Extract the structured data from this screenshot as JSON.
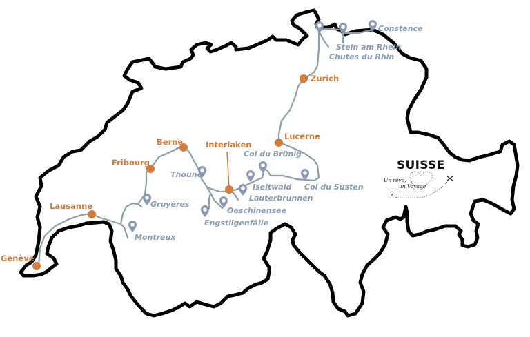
{
  "map": {
    "title": "SUISSE",
    "tagline_line1": "Un rêve,",
    "tagline_line2": "un Voyage",
    "colors": {
      "border": "#000000",
      "route": "#8e9ea6",
      "city": "#d27d3b",
      "poi": "#8a9ab6"
    },
    "cities": [
      {
        "name": "Zurich"
      },
      {
        "name": "Lucerne"
      },
      {
        "name": "Interlaken"
      },
      {
        "name": "Berne"
      },
      {
        "name": "Fribourg"
      },
      {
        "name": "Lausanne"
      },
      {
        "name": "Genève"
      }
    ],
    "points_of_interest": [
      {
        "name": "Constance"
      },
      {
        "name": "Stein am Rhein"
      },
      {
        "name": "Chutes du Rhin"
      },
      {
        "name": "Col du Brünig"
      },
      {
        "name": "Iseltwald"
      },
      {
        "name": "Lauterbrunnen"
      },
      {
        "name": "Col du Susten"
      },
      {
        "name": "Thoune"
      },
      {
        "name": "Oeschinensee"
      },
      {
        "name": "Engstligenfälle"
      },
      {
        "name": "Gruyères"
      },
      {
        "name": "Montreux"
      }
    ],
    "icons": {
      "city_marker": "filled-circle",
      "poi_marker": "map-pin",
      "tagline_start": "map-pin",
      "tagline_end": "airplane"
    }
  }
}
